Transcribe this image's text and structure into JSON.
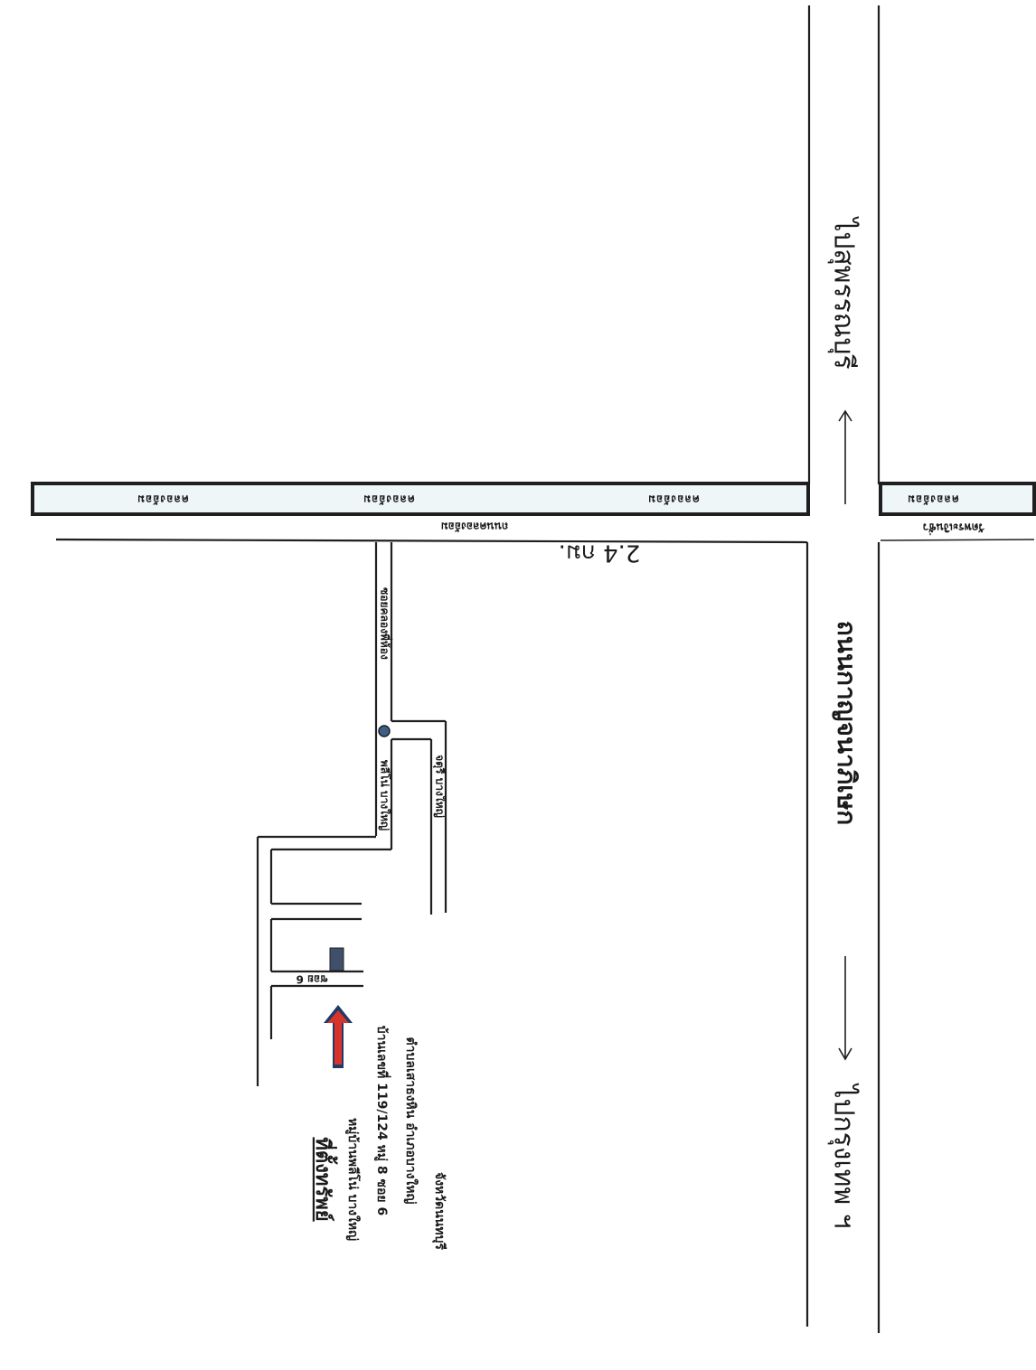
{
  "map": {
    "canal_label": "คลองอ้อม",
    "canal_road_label": "ถนนคลองอ้อม",
    "distance": "2.4 กม.",
    "main_road": "ถนนกาญจนาภิเษก",
    "to_suphanburi": "ไปสุพรรณบุรี",
    "to_bangkok": "ไปกรุงเทพ ฯ",
    "soi_khlong_phi_hong": "ซอยคลองพี่ห้อง",
    "village_lane": "พลีโน่ บางใหญ่",
    "village_lane_2": "จตุรี บางใหญ่",
    "soi_6": "ซอย 6",
    "right_side_label": "วัดพระเงินชั่ว",
    "property": {
      "title": "ที่ตั้งทรัพย์",
      "line1": "หมู่บ้านพลีโน่ บางใหญ่",
      "line2": "บ้านเลขที่ 119/124 หมู่ 8 ซอย 6",
      "line3": "ตำบลเสาธงหิน อำเภอบางใหญ่",
      "line4": "จังหวัดนนทบุรี"
    },
    "colors": {
      "arrow": "#d9342b",
      "arrow_outline": "#1f3a66",
      "marker": "#3d5f86",
      "house": "#41506a",
      "canal_fill": "#eef6f8"
    }
  }
}
